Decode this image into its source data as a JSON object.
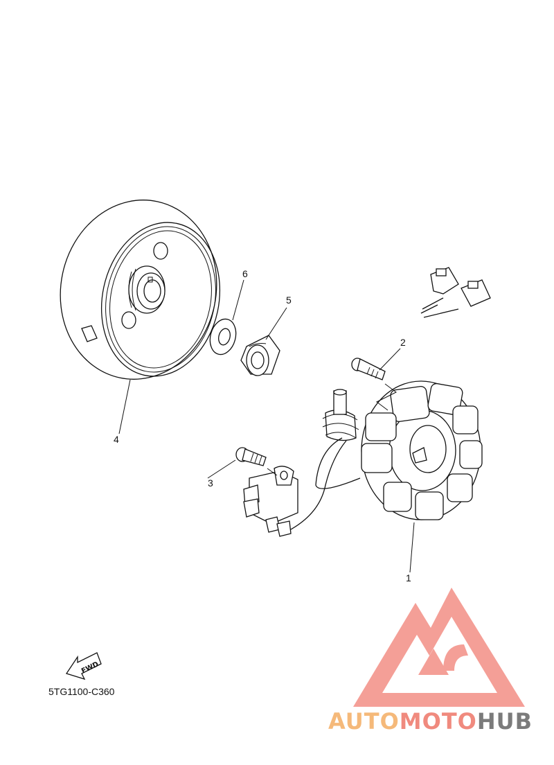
{
  "diagram": {
    "callouts": {
      "c1": "1",
      "c2": "2",
      "c3": "3",
      "c4": "4",
      "c5": "5",
      "c6": "6"
    },
    "fwd_label": "FWD",
    "part_code": "5TG1100-C360"
  },
  "watermark": {
    "part1": "AUTO",
    "part2": "MOTO",
    "part3": "HUB",
    "colors": {
      "auto": "#f5b97a",
      "moto": "#f08a7e",
      "hub": "#7b7b7b",
      "logo": "#f49a92"
    }
  }
}
